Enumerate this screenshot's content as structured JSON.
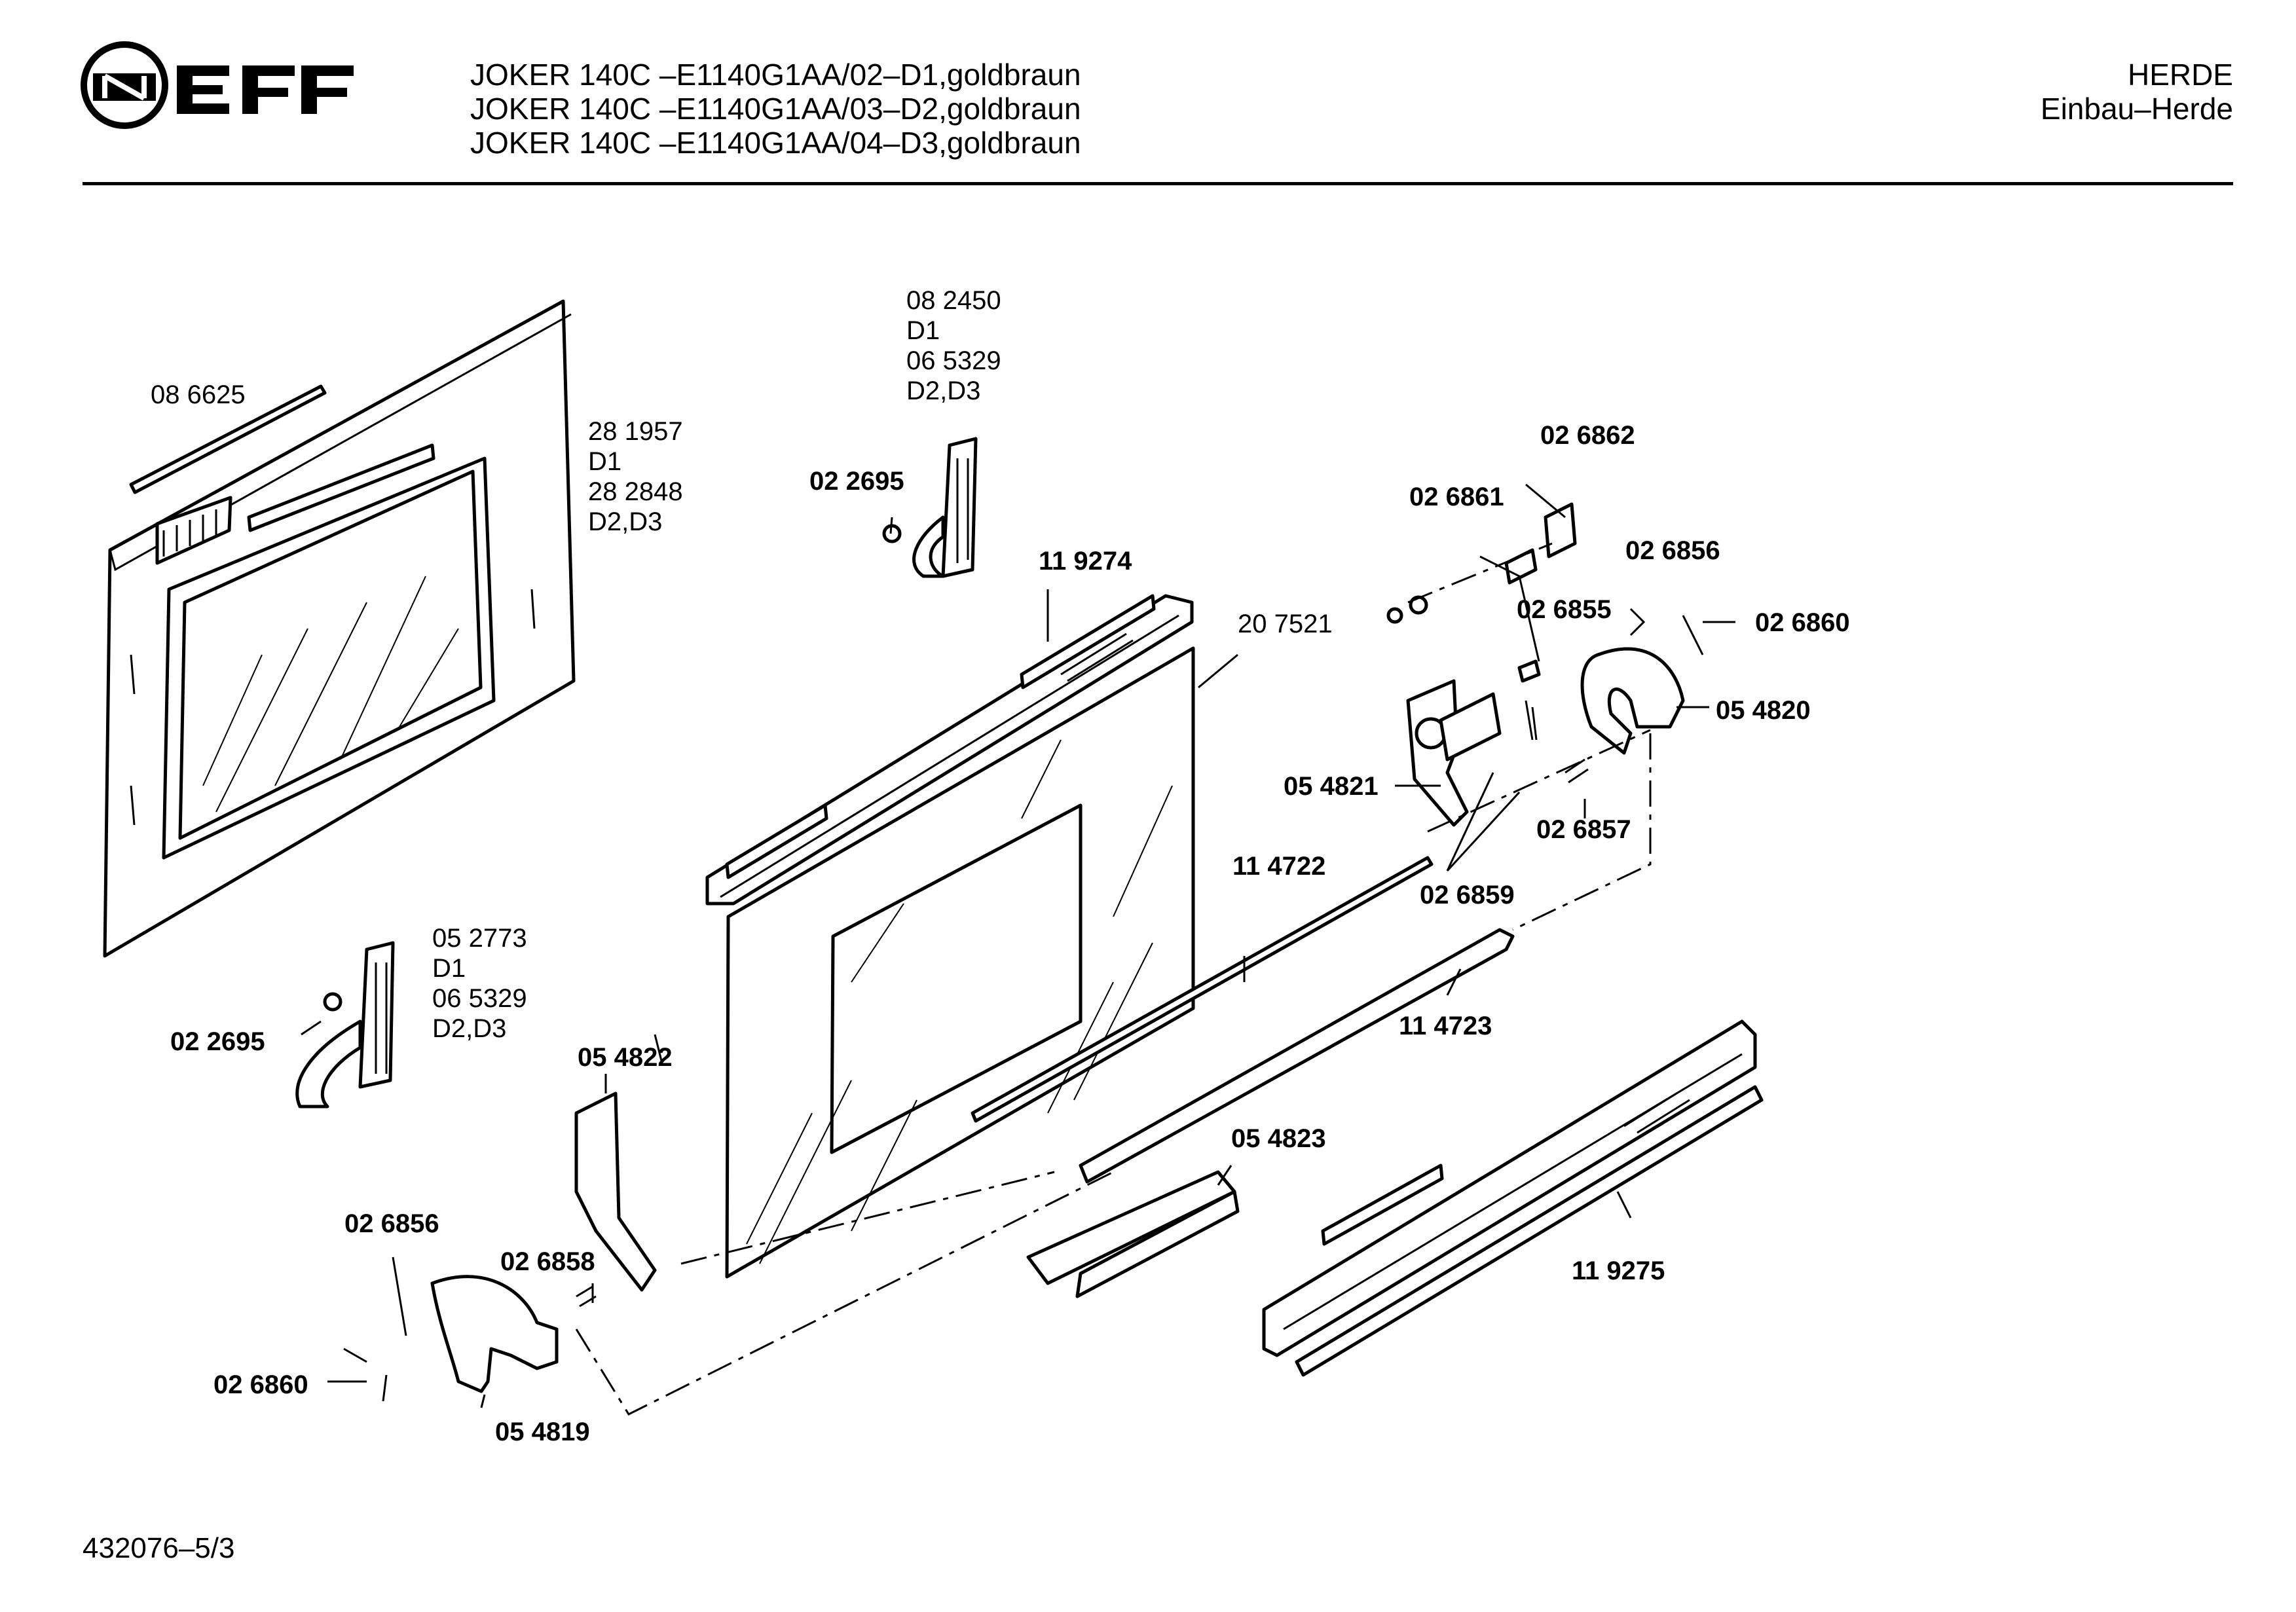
{
  "header": {
    "brand": "NEFF",
    "models": [
      "JOKER 140C –E1140G1AA/02–D1,goldbraun",
      "JOKER 140C –E1140G1AA/03–D2,goldbraun",
      "JOKER 140C –E1140G1AA/04–D3,goldbraun"
    ],
    "category": "HERDE",
    "subcategory": "Einbau–Herde"
  },
  "parts": {
    "p086625": "08 6625",
    "p281957": [
      "28 1957",
      "D1",
      "28 2848",
      "D2,D3"
    ],
    "p082450": [
      "08 2450",
      "D1",
      "06 5329",
      "D2,D3"
    ],
    "p022695_top": "02 2695",
    "p119274": "11 9274",
    "p207521": "20 7521",
    "p026862": "02 6862",
    "p026861": "02 6861",
    "p026856_top": "02 6856",
    "p026855": "02 6855",
    "p026860_top": "02 6860",
    "p054820": "05 4820",
    "p054821": "05 4821",
    "p026857": "02 6857",
    "p114722": "11 4722",
    "p026859": "02 6859",
    "p052773": [
      "05 2773",
      "D1",
      "06 5329",
      "D2,D3"
    ],
    "p022695_bot": "02 2695",
    "p114723": "11 4723",
    "p054822": "05 4822",
    "p054823": "05 4823",
    "p026856_bot": "02 6856",
    "p026858": "02 6858",
    "p119275": "11 9275",
    "p026860_bot": "02 6860",
    "p054819": "05 4819"
  },
  "footer": {
    "doc_number": "432076–5/3"
  }
}
